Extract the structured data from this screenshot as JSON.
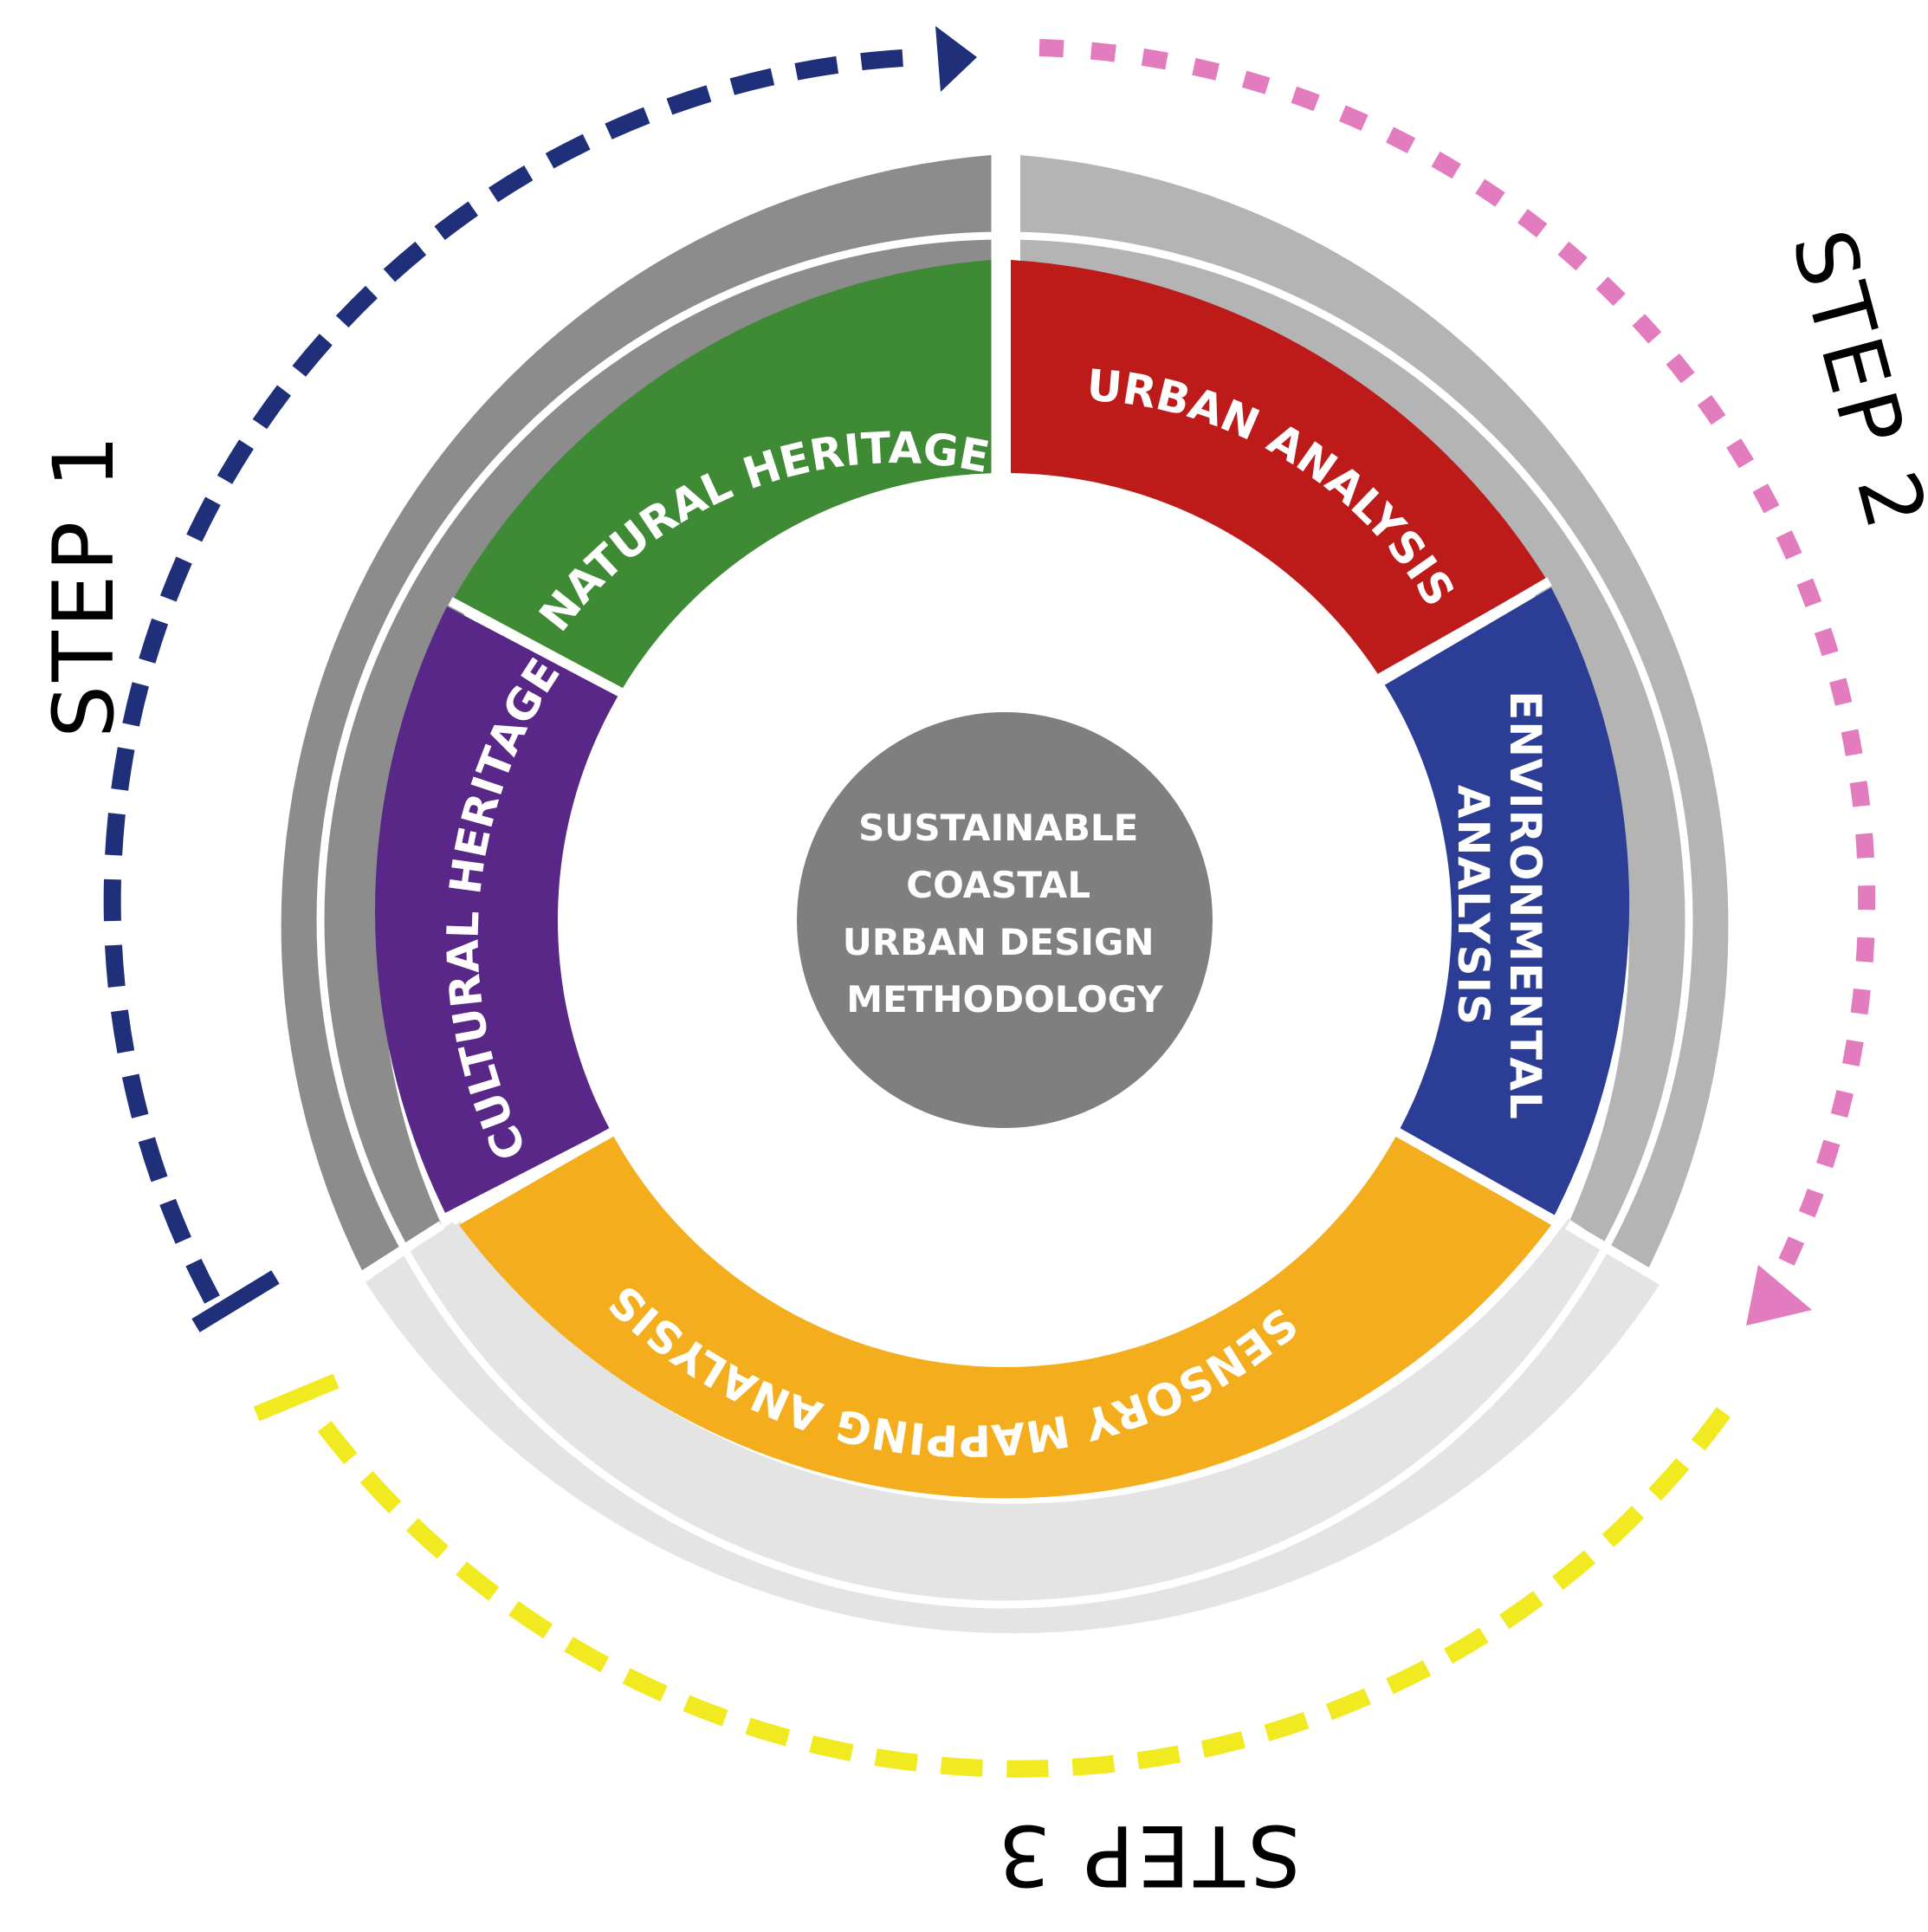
{
  "center": {
    "lines": [
      "SUSTAINABLE",
      "COASTAL",
      "URBAN DESIGN",
      "METHODOLOGY"
    ],
    "color": "#7f7f7f"
  },
  "segments": [
    {
      "id": "natural-heritage",
      "label": "NATURAL HERITAGE",
      "color": "#3f8a34"
    },
    {
      "id": "urban-analysis",
      "label": "URBAN ANALYSIS",
      "color": "#bd1a1a"
    },
    {
      "id": "environmental-analysis",
      "label_lines": [
        "ENVIRONMENTAL",
        "ANALYSIS"
      ],
      "color": "#2b3d94"
    },
    {
      "id": "sensory-mapping-analysis",
      "label": "SENSORY MAPPING ANALYSIS",
      "color": "#f4ae1d"
    },
    {
      "id": "cultural-heritage",
      "label": "CULTURAL HERITAGE",
      "color": "#582788"
    }
  ],
  "outer_bands": [
    {
      "id": "step-1-band",
      "color": "#8c8c8c"
    },
    {
      "id": "step-2-band",
      "color": "#b4b4b4"
    },
    {
      "id": "step-3-band",
      "color": "#e4e4e4"
    }
  ],
  "steps": [
    {
      "id": "step-1",
      "label": "STEP 1",
      "color": "#1f2f7a"
    },
    {
      "id": "step-2",
      "label": "STEP 2",
      "color": "#e37bbf"
    },
    {
      "id": "step-3",
      "label": "STEP 3",
      "color": "#f2ea21"
    }
  ]
}
